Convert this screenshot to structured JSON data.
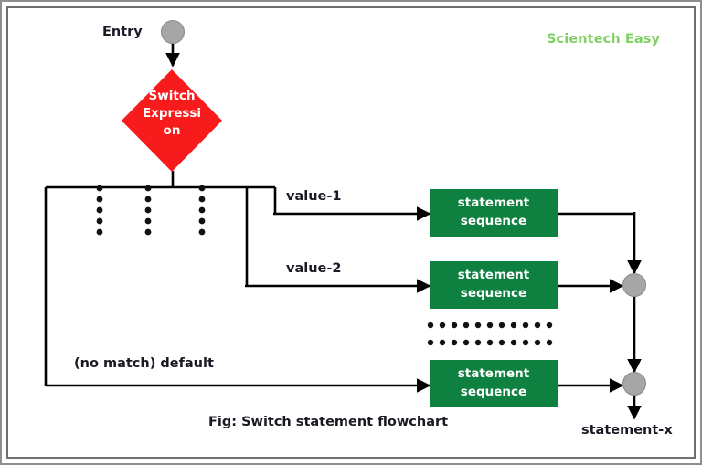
{
  "figure": {
    "watermark": "Scientech Easy",
    "caption": "Fig: Switch statement flowchart"
  },
  "nodes": {
    "entry_label": "Entry",
    "decision_line1": "Switch",
    "decision_line2": "Expressi",
    "decision_line3": "on",
    "decision_full": "Switch Expression",
    "process_line1": "statement",
    "process_line2": "sequence",
    "exit_label": "statement-x"
  },
  "branches": [
    {
      "label": "value-1"
    },
    {
      "label": "value-2"
    },
    {
      "label": "(no match) default"
    }
  ],
  "colors": {
    "decision_fill": "#f71b1b",
    "process_fill": "#0e8141",
    "process_text": "#ffffff",
    "connector": "#000000",
    "terminator_fill": "#a6a6a6",
    "terminator_stroke": "#8a8a8a",
    "watermark": "#80d064",
    "label_text": "#1a1a24",
    "frame_border": "#6f6f6f",
    "background": "#ffffff"
  }
}
